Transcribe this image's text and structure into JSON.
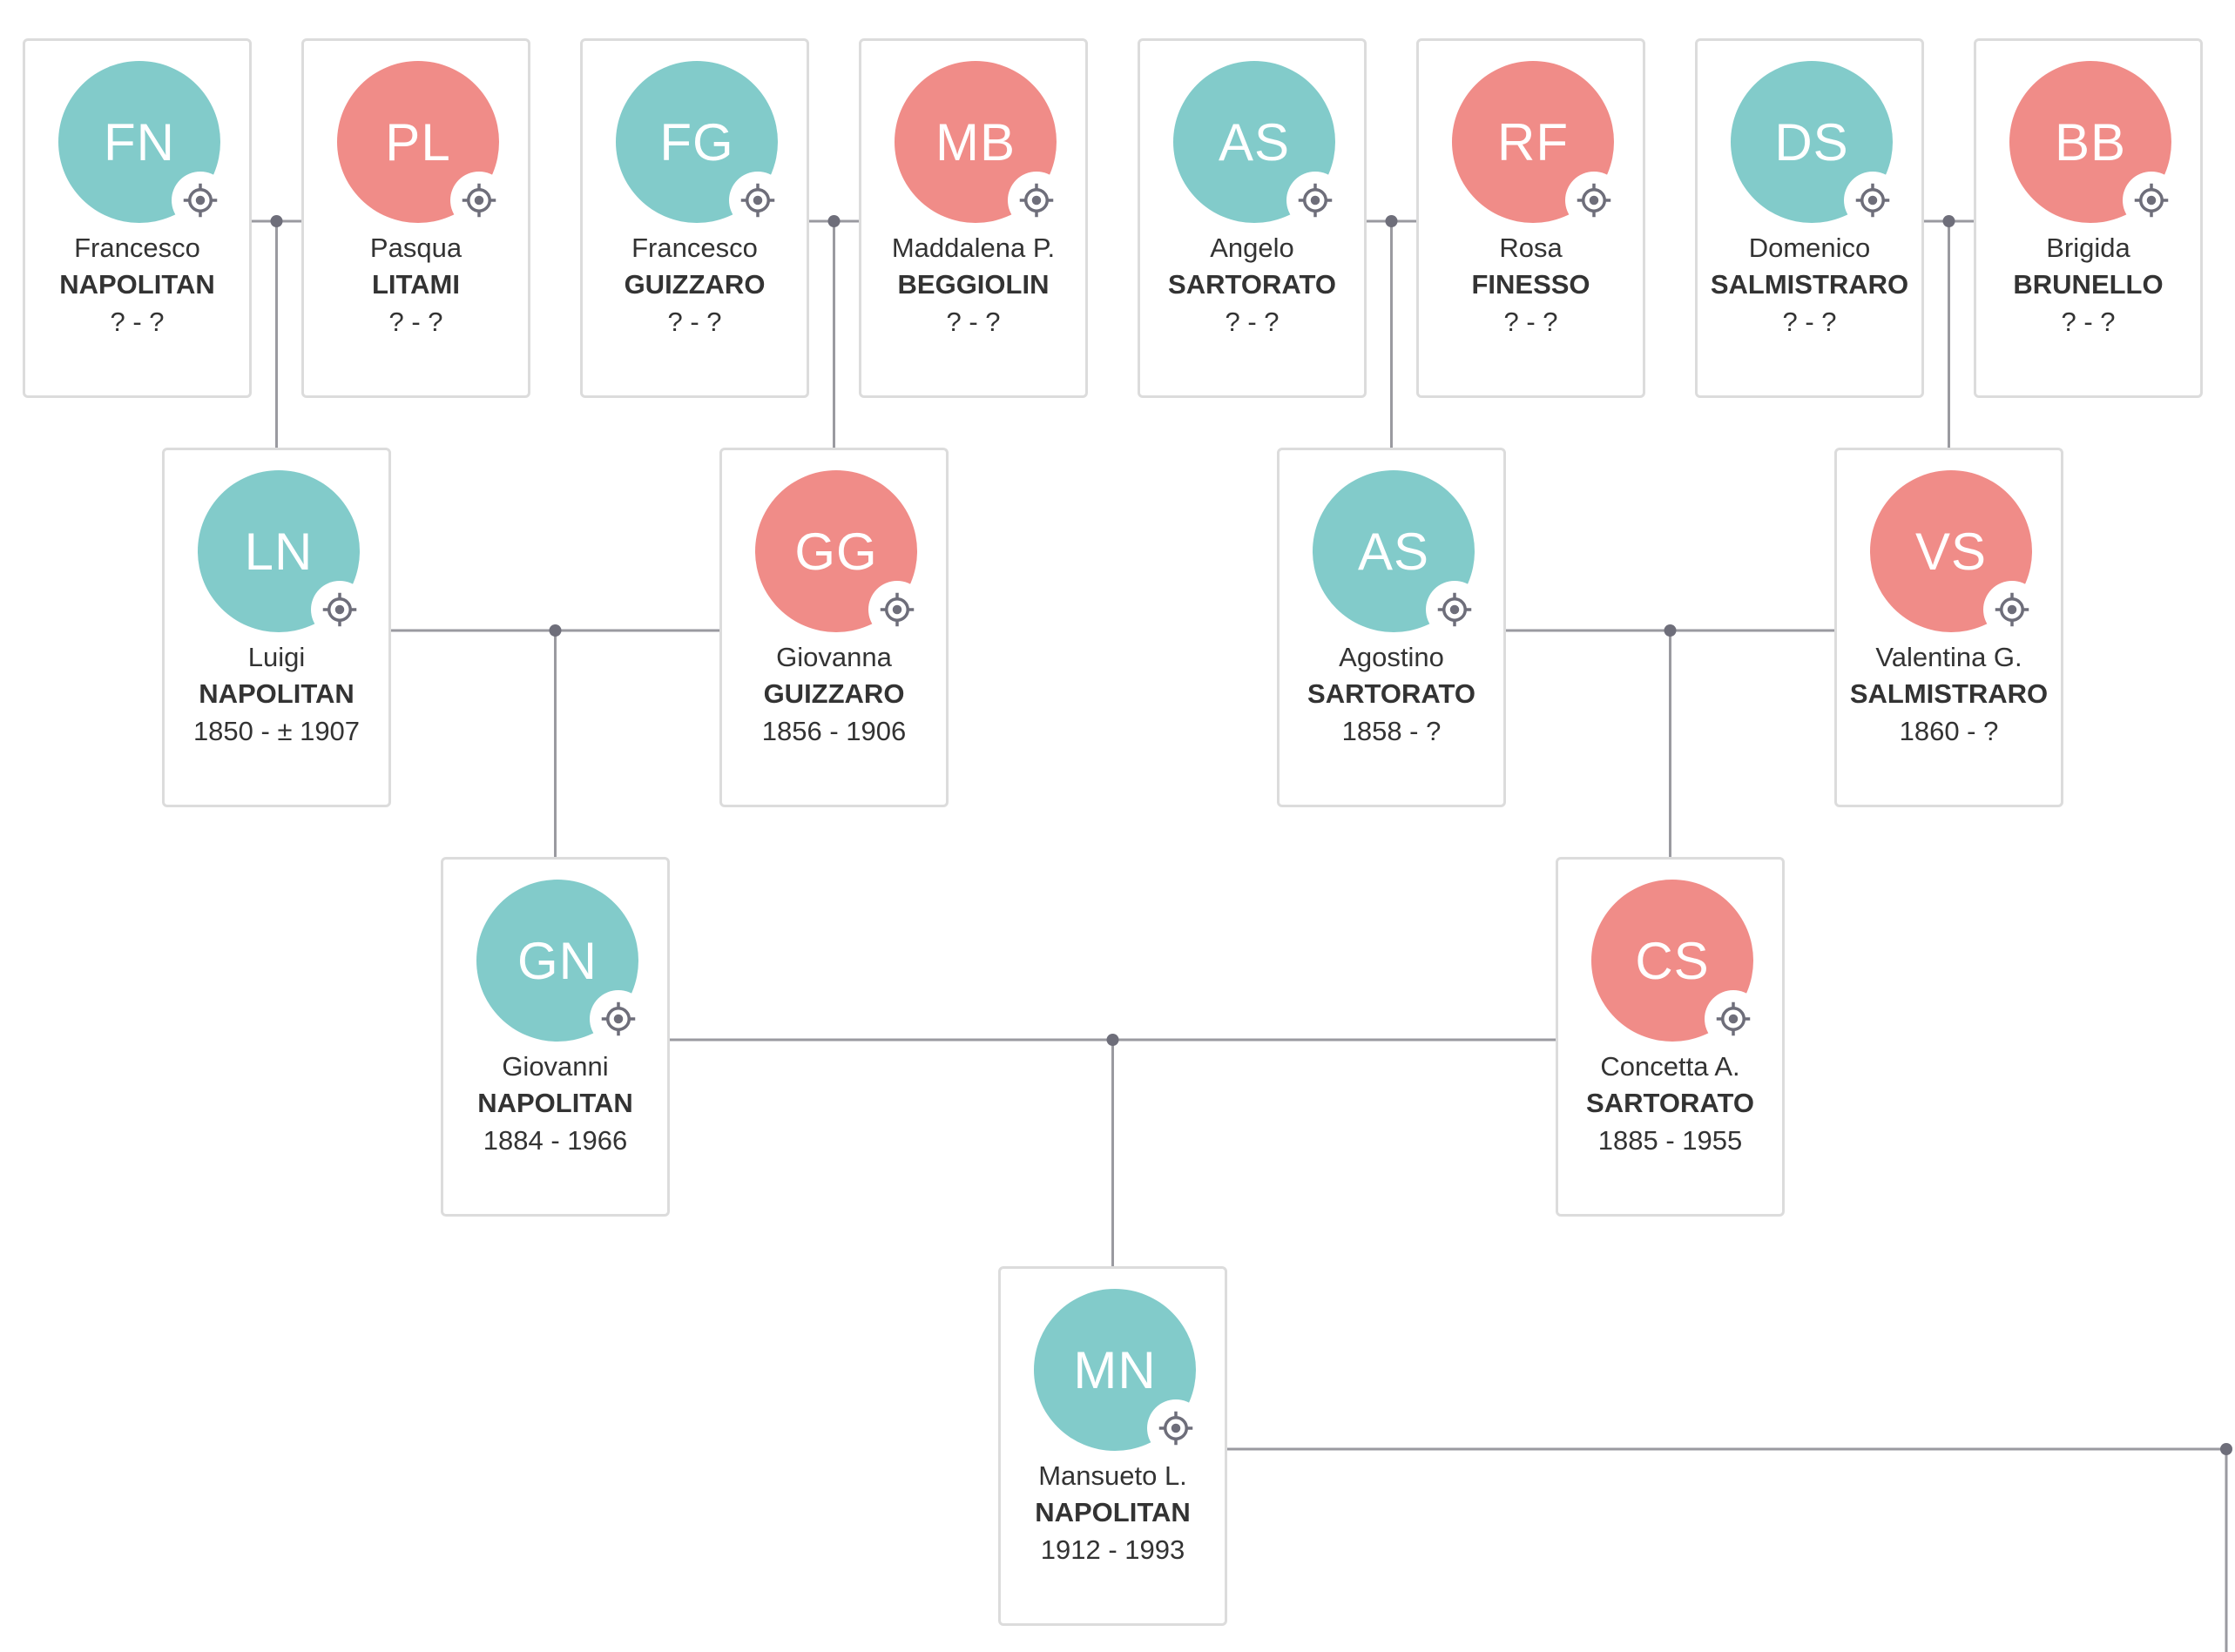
{
  "colors": {
    "male": "#82cbca",
    "female": "#f08c88",
    "line": "#9a9aa0",
    "dot": "#6e6e7a",
    "card_border": "#dcdcdc",
    "text": "#333333"
  },
  "icons": {
    "focus": "crosshair-target-icon"
  },
  "people": [
    {
      "id": "francesco-napolitan",
      "initials": "FN",
      "given": "Francesco",
      "surname": "NAPOLITAN",
      "dates": "? - ?",
      "gender": "male"
    },
    {
      "id": "pasqua-litami",
      "initials": "PL",
      "given": "Pasqua",
      "surname": "LITAMI",
      "dates": "? - ?",
      "gender": "female"
    },
    {
      "id": "francesco-guizzaro",
      "initials": "FG",
      "given": "Francesco",
      "surname": "GUIZZARO",
      "dates": "? - ?",
      "gender": "male"
    },
    {
      "id": "maddalena-beggiolin",
      "initials": "MB",
      "given": "Maddalena P.",
      "surname": "BEGGIOLIN",
      "dates": "? - ?",
      "gender": "female"
    },
    {
      "id": "angelo-sartorato",
      "initials": "AS",
      "given": "Angelo",
      "surname": "SARTORATO",
      "dates": "? - ?",
      "gender": "male"
    },
    {
      "id": "rosa-finesso",
      "initials": "RF",
      "given": "Rosa",
      "surname": "FINESSO",
      "dates": "? - ?",
      "gender": "female"
    },
    {
      "id": "domenico-salmistraro",
      "initials": "DS",
      "given": "Domenico",
      "surname": "SALMISTRARO",
      "dates": "? - ?",
      "gender": "male"
    },
    {
      "id": "brigida-brunello",
      "initials": "BB",
      "given": "Brigida",
      "surname": "BRUNELLO",
      "dates": "? - ?",
      "gender": "female"
    },
    {
      "id": "luigi-napolitan",
      "initials": "LN",
      "given": "Luigi",
      "surname": "NAPOLITAN",
      "dates": "1850 - ± 1907",
      "gender": "male"
    },
    {
      "id": "giovanna-guizzaro",
      "initials": "GG",
      "given": "Giovanna",
      "surname": "GUIZZARO",
      "dates": "1856 - 1906",
      "gender": "female"
    },
    {
      "id": "agostino-sartorato",
      "initials": "AS",
      "given": "Agostino",
      "surname": "SARTORATO",
      "dates": "1858 - ?",
      "gender": "male"
    },
    {
      "id": "valentina-salmistraro",
      "initials": "VS",
      "given": "Valentina G.",
      "surname": "SALMISTRARO",
      "dates": "1860 - ?",
      "gender": "female"
    },
    {
      "id": "giovanni-napolitan",
      "initials": "GN",
      "given": "Giovanni",
      "surname": "NAPOLITAN",
      "dates": "1884 - 1966",
      "gender": "male"
    },
    {
      "id": "concetta-sartorato",
      "initials": "CS",
      "given": "Concetta A.",
      "surname": "SARTORATO",
      "dates": "1885 - 1955",
      "gender": "female"
    },
    {
      "id": "mansueto-napolitan",
      "initials": "MN",
      "given": "Mansueto L.",
      "surname": "NAPOLITAN",
      "dates": "1912 - 1993",
      "gender": "male"
    }
  ],
  "unions": [
    {
      "partners": [
        "francesco-napolitan",
        "pasqua-litami"
      ],
      "child": "luigi-napolitan"
    },
    {
      "partners": [
        "francesco-guizzaro",
        "maddalena-beggiolin"
      ],
      "child": "giovanna-guizzaro"
    },
    {
      "partners": [
        "angelo-sartorato",
        "rosa-finesso"
      ],
      "child": "agostino-sartorato"
    },
    {
      "partners": [
        "domenico-salmistraro",
        "brigida-brunello"
      ],
      "child": "valentina-salmistraro"
    },
    {
      "partners": [
        "luigi-napolitan",
        "giovanna-guizzaro"
      ],
      "child": "giovanni-napolitan"
    },
    {
      "partners": [
        "agostino-sartorato",
        "valentina-salmistraro"
      ],
      "child": "concetta-sartorato"
    },
    {
      "partners": [
        "giovanni-napolitan",
        "concetta-sartorato"
      ],
      "child": "mansueto-napolitan"
    },
    {
      "partners": [
        "mansueto-napolitan"
      ],
      "child": null
    }
  ]
}
